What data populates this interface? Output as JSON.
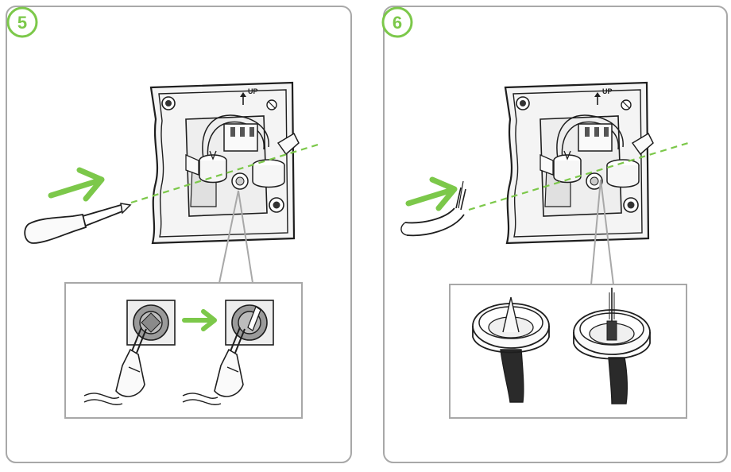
{
  "colors": {
    "accent_green": "#7cc84a",
    "panel_border": "#a8a8a8",
    "line_dark": "#1e1e1e",
    "device_fill": "#f4f4f4",
    "knockout_gray": "#9a9a9a",
    "cable_black": "#2a2a2a"
  },
  "panels": [
    {
      "step": "5",
      "icons": [
        "wall-plate-back-icon",
        "screwdriver-icon",
        "arrow-right-icon",
        "knockout-membrane-icon"
      ]
    },
    {
      "step": "6",
      "icons": [
        "wall-plate-back-icon",
        "cable-icon",
        "arrow-right-icon",
        "grommet-icon"
      ]
    }
  ],
  "device": {
    "label_up": "UP"
  }
}
